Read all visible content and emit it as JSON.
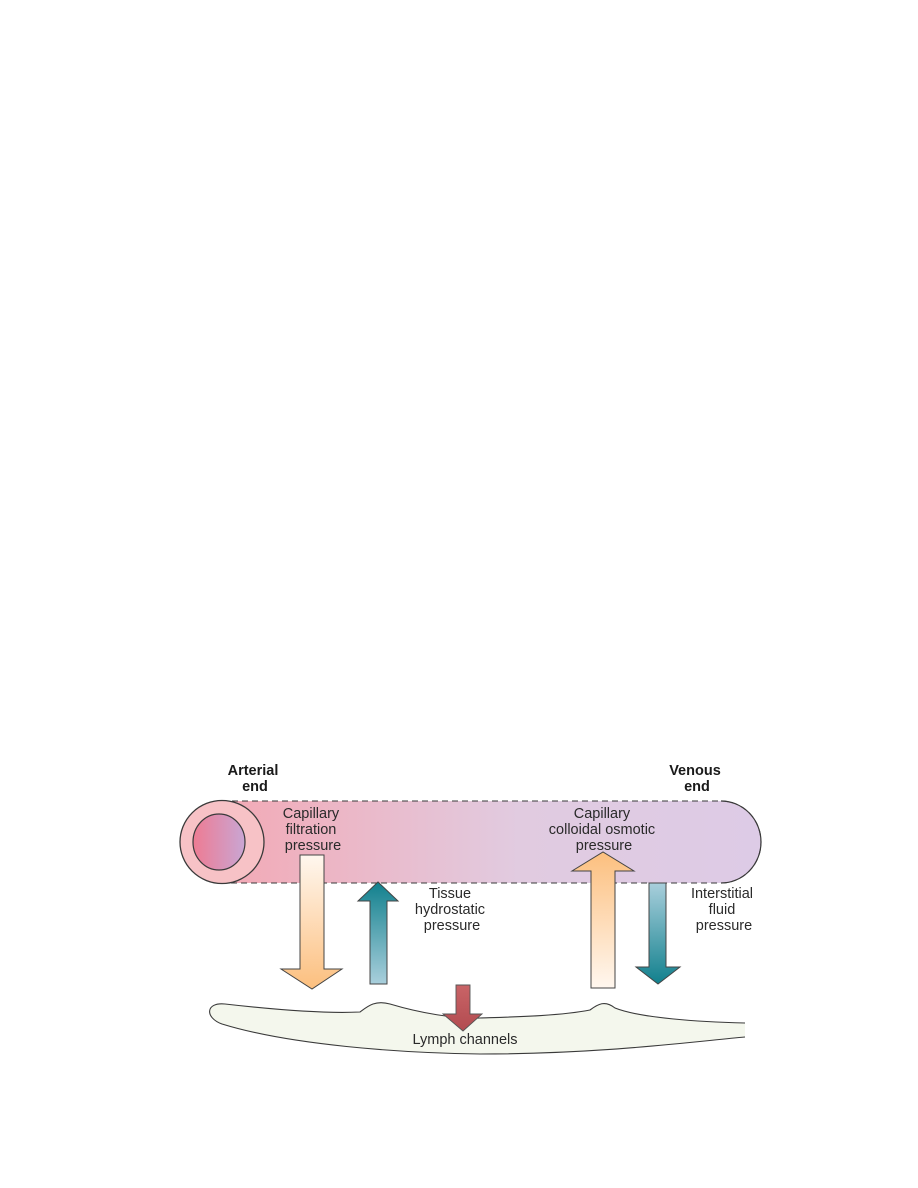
{
  "labels": {
    "arterial_end": [
      "Arterial",
      "end"
    ],
    "venous_end": [
      "Venous",
      "end"
    ],
    "capillary_filtration": [
      "Capillary",
      "filtration",
      "pressure"
    ],
    "capillary_osmotic": [
      "Capillary",
      "colloidal osmotic",
      "pressure"
    ],
    "tissue_hydrostatic": [
      "Tissue",
      "hydrostatic",
      "pressure"
    ],
    "interstitial_fluid": [
      "Interstitial",
      "fluid",
      "pressure"
    ],
    "lymph_channels": "Lymph channels"
  },
  "colors": {
    "capillary_arterial": "#f3a9b5",
    "capillary_venous": "#ddcbe6",
    "lumen_inner": "#ea7f97",
    "lumen_outer": "#f7c3c8",
    "filtration_arrow": "#fcc88f",
    "osmotic_arrow": "#fcc88f",
    "tissue_arrow": "#1f8894",
    "interstitial_arrow": "#1f8894",
    "lymph_arrow": "#c0585a",
    "lymph_fill": "#f4f7ed"
  }
}
